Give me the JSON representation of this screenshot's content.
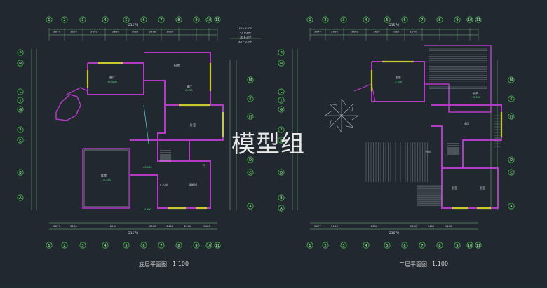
{
  "watermark": "模型组",
  "left_plan": {
    "title": "底层平面图",
    "scale": "1:100",
    "overall_dim": "21578",
    "top_dims": [
      "2077",
      "3000",
      "3600",
      "3600",
      "3000",
      "2500",
      "1900"
    ],
    "bottom_dims_row1": [
      "2077",
      "2100",
      "6500",
      "3300",
      "2400",
      "2400",
      "3400"
    ],
    "bottom_total": "21578",
    "col_axes": [
      "1",
      "2",
      "3",
      "4",
      "5",
      "6",
      "7",
      "8",
      "9",
      "10",
      "11"
    ],
    "row_axes": [
      "P",
      "N",
      "L",
      "J",
      "G",
      "F",
      "E",
      "B",
      "A"
    ],
    "right_axes": [
      "M",
      "K",
      "H",
      "D",
      "C",
      "A"
    ],
    "rooms": [
      "客厅",
      "餐厅",
      "车库",
      "厨房",
      "卫",
      "卧室",
      "工人房",
      "保姆间"
    ],
    "elevs": [
      "±0.000",
      "+0.450",
      "-0.150",
      "±0.000",
      "-0.300"
    ]
  },
  "right_plan": {
    "title": "二层平面图",
    "scale": "1:100",
    "overall_dim": "21578",
    "top_dims": [
      "2077",
      "3000",
      "3600",
      "3600",
      "5300",
      "1900"
    ],
    "bottom_dims_row1": [
      "2077",
      "2100",
      "6500",
      "3300",
      "2400",
      "3400"
    ],
    "bottom_total": "21578",
    "col_axes": [
      "1",
      "2",
      "3",
      "4",
      "5",
      "6",
      "7",
      "8",
      "9",
      "10",
      "11"
    ],
    "row_axes": [
      "P",
      "N",
      "L",
      "J",
      "G",
      "F",
      "E",
      "D",
      "B",
      "A"
    ],
    "right_axes": [
      "M",
      "K",
      "H",
      "D",
      "C",
      "A"
    ],
    "rooms": [
      "主卧",
      "书房",
      "起居",
      "卧室",
      "卧室",
      "平台"
    ],
    "elevs": [
      "3.300",
      "3.300"
    ]
  },
  "area_table": [
    "255.33m²",
    "52.99m²",
    "76.63m²",
    "402.97m²"
  ]
}
